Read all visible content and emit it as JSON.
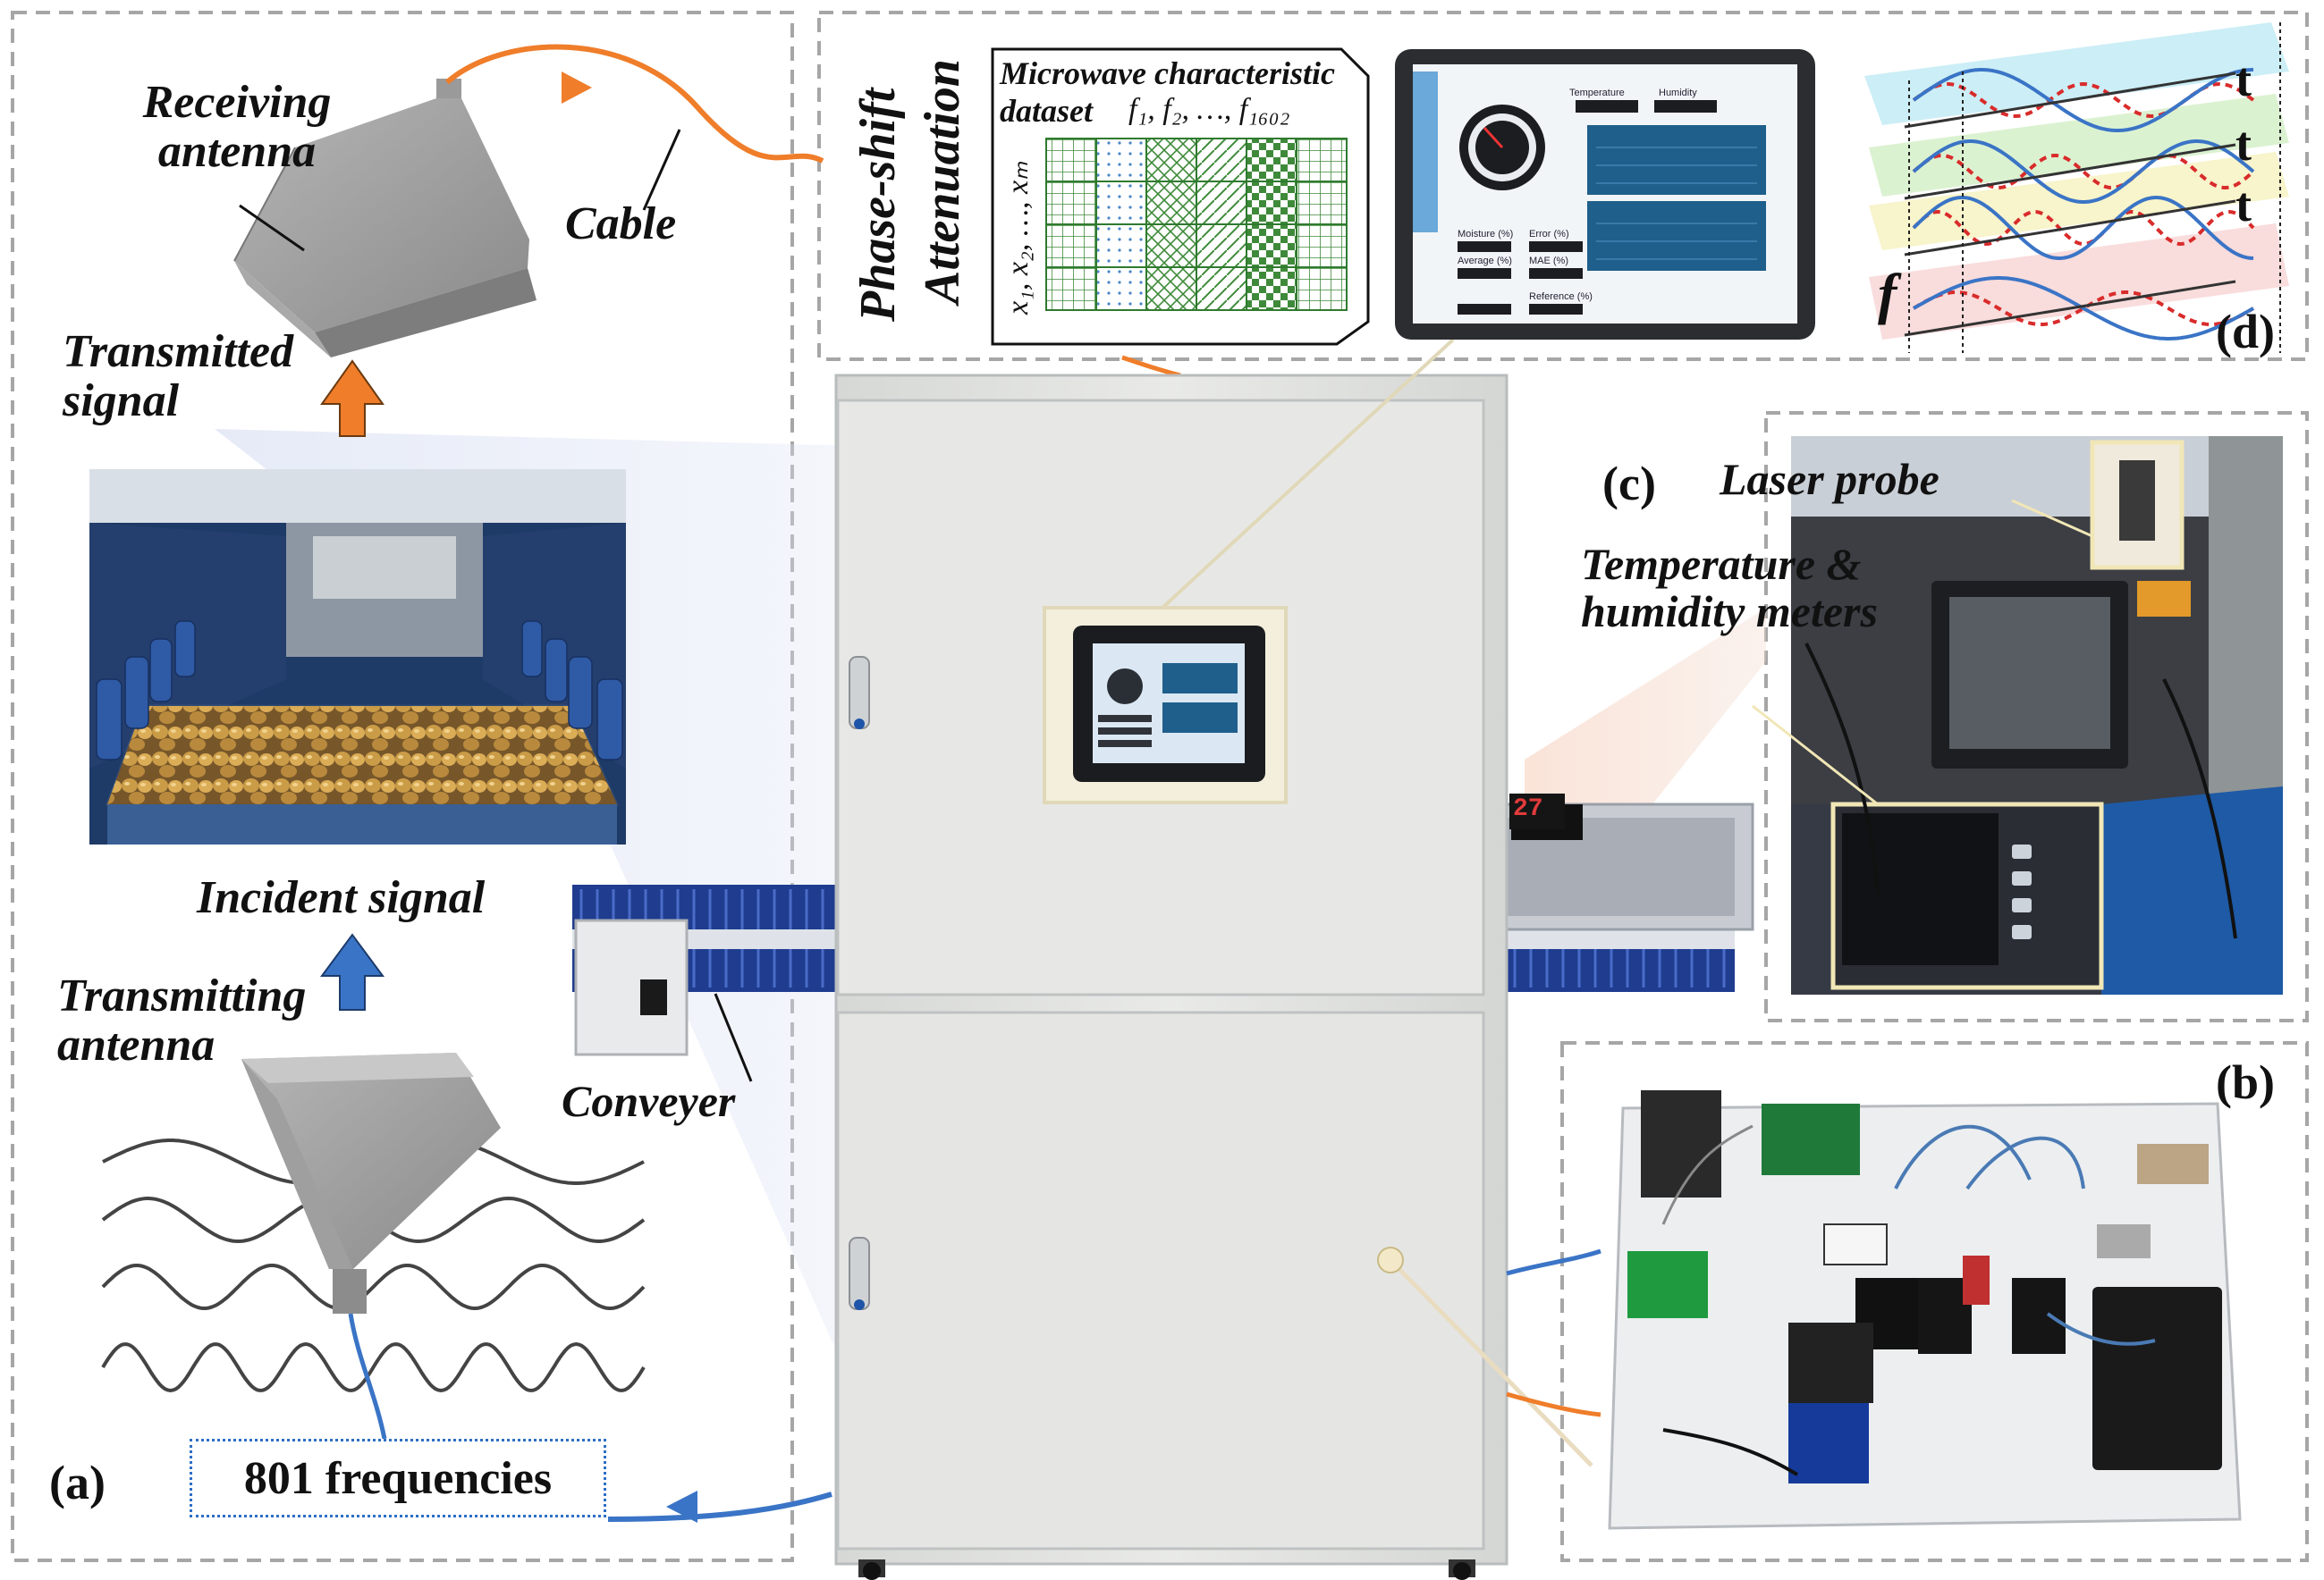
{
  "panels": {
    "a": "(a)",
    "b": "(b)",
    "c": "(c)",
    "d": "(d)"
  },
  "labels": {
    "receiving_antenna": "Receiving antenna",
    "cable": "Cable",
    "transmitted_signal": "Transmitted signal",
    "incident_signal": "Incident signal",
    "transmitting_antenna": "Transmitting antenna",
    "conveyer": "Conveyer",
    "frequencies": "801 frequencies",
    "phase_shift": "Phase-shift",
    "attenuation": "Attenuation",
    "laser_probe": "Laser probe",
    "temperature_humidity": "Temperature & humidity meters"
  },
  "dataset": {
    "title_line1": "Microwave characteristic",
    "title_line2_prefix": "dataset",
    "freq_seq": "f₁, f₂, …, f₁₆₀₂",
    "sample_seq": "x₁, x₂, …, xₘ"
  },
  "axes": {
    "frequency": "f",
    "time": "t"
  },
  "touchscreen": {
    "temperature": "Temperature",
    "humidity": "Humidity",
    "moisture": "Moisture (%)",
    "error": "Error (%)",
    "average": "Average (%)",
    "mae": "MAE (%)",
    "reference": "Reference (%)"
  },
  "display": {
    "counter": "27"
  },
  "colors": {
    "orange": "#ef7d2a",
    "blue": "#3a74c6",
    "dashed_border": "#a6a6a6",
    "cabinet": "#e4e5e3",
    "screen_blue": "#1f5f8b",
    "wave_red": "#d92b2b"
  }
}
